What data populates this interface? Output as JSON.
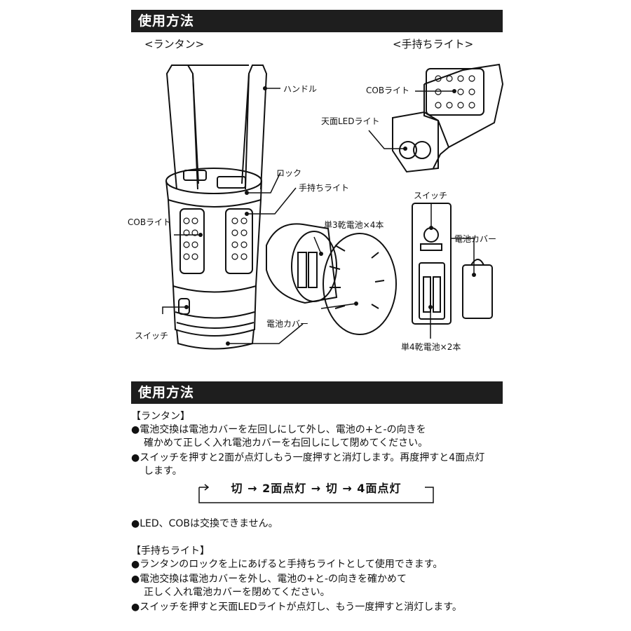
{
  "section1": {
    "title": "使用方法"
  },
  "illustration": {
    "lantern_title": "<ランタン>",
    "handheld_title": "<手持ちライト>",
    "labels": {
      "handle": "ハンドル",
      "lock": "ロック",
      "handheld_light": "手持ちライト",
      "cob_light_left": "COBライト",
      "switch_left": "スイッチ",
      "battery_cover_left": "電池カバー",
      "battery_aa": "単3乾電池×4本",
      "cob_light_right": "COBライト",
      "top_led": "天面LEDライト",
      "switch_right": "スイッチ",
      "battery_cover_right": "電池カバー",
      "battery_aaa": "単4乾電池×2本"
    }
  },
  "section2": {
    "title": "使用方法",
    "lantern": {
      "heading": "【ランタン】",
      "bullets": [
        [
          "●電池交換は電池カバーを左回しにして外し、電池の+と-の向きを",
          "確かめて正しく入れ電池カバーを右回しにして閉めてください。"
        ],
        [
          "●スイッチを押すと2面が点灯しもう一度押すと消灯します。再度押すと4面点灯",
          "します。"
        ]
      ],
      "flow": "切 → 2面点灯 → 切 → 4面点灯",
      "note": "●LED、COBは交換できません。"
    },
    "handheld": {
      "heading": "【手持ちライト】",
      "bullets": [
        [
          "●ランタンのロックを上にあげると手持ちライトとして使用できます。"
        ],
        [
          "●電池交換は電池カバーを外し、電池の+と-の向きを確かめて",
          "正しく入れ電池カバーを閉めてください。"
        ],
        [
          "●スイッチを押すと天面LEDライトが点灯し、もう一度押すと消灯します。"
        ]
      ]
    }
  }
}
